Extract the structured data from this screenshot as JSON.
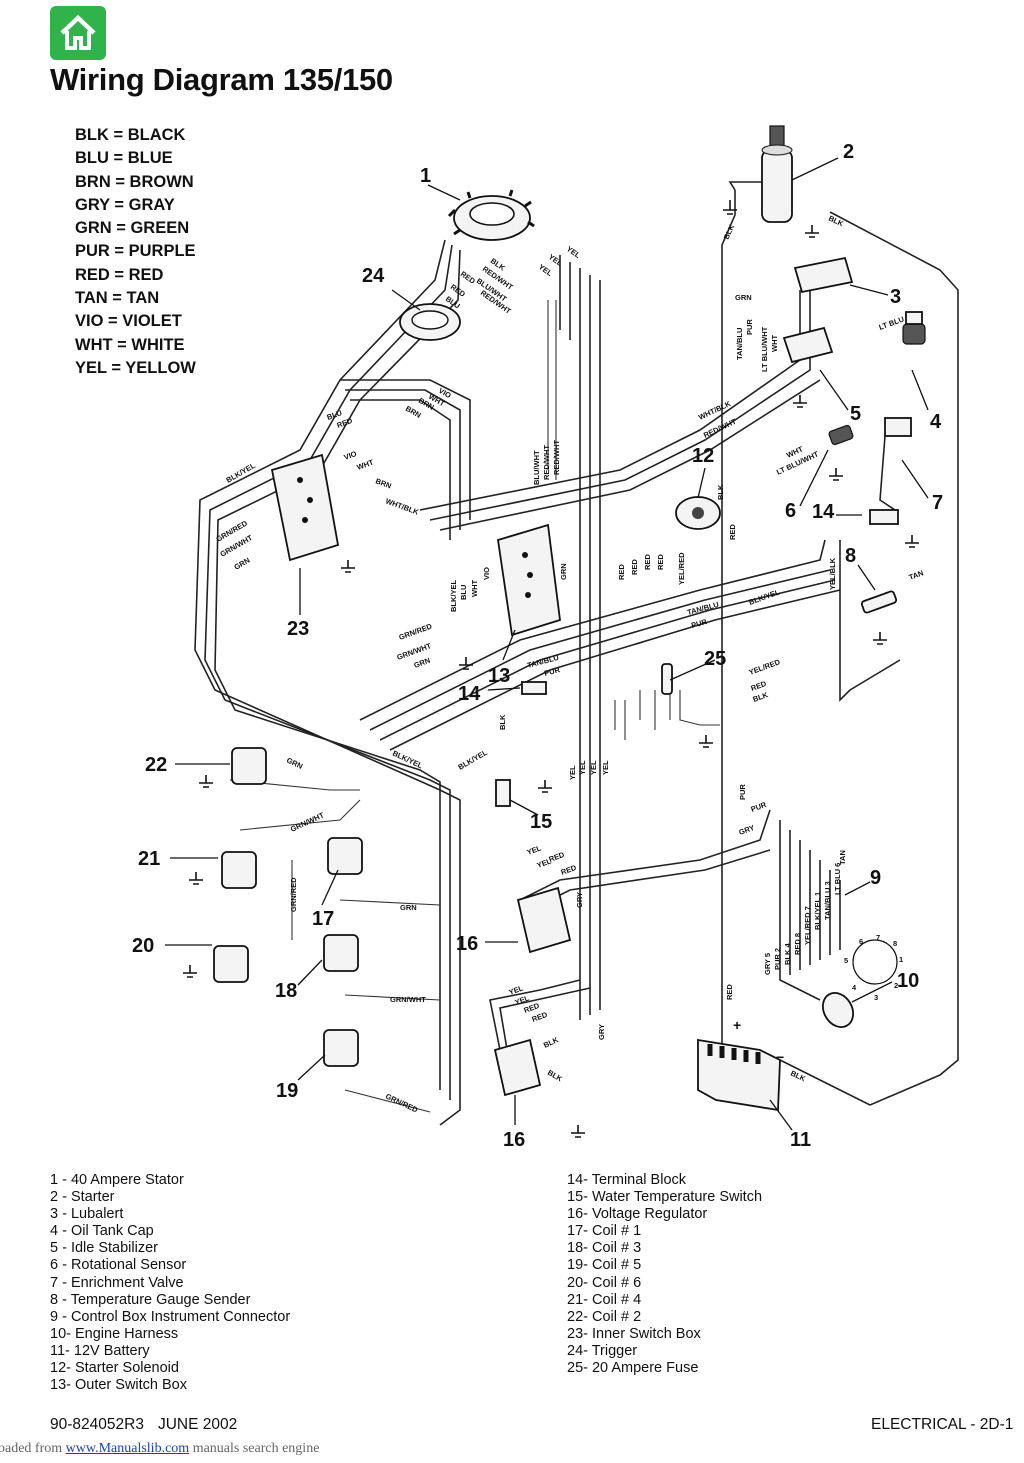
{
  "page": {
    "title": "Wiring Diagram 135/150",
    "doc_number": "90-824052R3",
    "doc_date": "JUNE 2002",
    "section": "ELECTRICAL - 2D-1"
  },
  "home_icon": "home-icon",
  "colors": {
    "home_button": "#2fb34a",
    "link": "#1a3fb5"
  },
  "color_legend": [
    "BLK = BLACK",
    "BLU = BLUE",
    "BRN = BROWN",
    "GRY = GRAY",
    "GRN = GREEN",
    "PUR = PURPLE",
    "RED = RED",
    "TAN = TAN",
    "VIO = VIOLET",
    "WHT = WHITE",
    "YEL = YELLOW"
  ],
  "callouts": [
    "1",
    "2",
    "3",
    "4",
    "5",
    "6",
    "7",
    "8",
    "9",
    "10",
    "11",
    "12",
    "13",
    "14",
    "15",
    "16",
    "17",
    "18",
    "19",
    "20",
    "21",
    "22",
    "23",
    "24",
    "25"
  ],
  "wire_labels": {
    "blk": "BLK",
    "yel": "YEL",
    "red": "RED",
    "wht": "WHT",
    "brn": "BRN",
    "blu": "BLU",
    "vio": "VIO",
    "grn": "GRN",
    "gry": "GRY",
    "pur": "PUR",
    "tan": "TAN",
    "red_wht": "RED/WHT",
    "blu_wht": "BLU/WHT",
    "blk_yel": "BLK/YEL",
    "grn_red": "GRN/RED",
    "grn_wht": "GRN/WHT",
    "wht_blk": "WHT/BLK",
    "tan_blu": "TAN/BLU",
    "lt_blu": "LT BLU",
    "lt_blu_wht": "LT BLU/WHT",
    "yel_red": "YEL/RED",
    "yel_blk": "YEL/BLK"
  },
  "connector_pins": [
    "1",
    "2",
    "3",
    "4",
    "5",
    "6",
    "7",
    "8"
  ],
  "harness_labels": [
    "GRY 5",
    "PUR 2",
    "BLK 4",
    "RED 8",
    "YEL/RED 7",
    "BLK/YEL 1",
    "TAN/BLU 3",
    "LT BLU 6",
    "TAN"
  ],
  "battery_signs": {
    "plus": "+",
    "minus": "−"
  },
  "parts_left": [
    "1 - 40 Ampere Stator",
    "2 - Starter",
    "3 - Lubalert",
    "4 - Oil Tank Cap",
    "5 - Idle Stabilizer",
    "6 - Rotational Sensor",
    "7 - Enrichment Valve",
    "8 - Temperature Gauge Sender",
    "9 - Control Box Instrument Connector",
    "10- Engine Harness",
    "11- 12V Battery",
    "12- Starter Solenoid",
    "13- Outer Switch Box"
  ],
  "parts_right": [
    "14- Terminal Block",
    "15- Water Temperature Switch",
    "16- Voltage Regulator",
    "17- Coil # 1",
    "18- Coil # 3",
    "19- Coil # 5",
    "20- Coil # 6",
    "21- Coil # 4",
    "22- Coil # 2",
    "23- Inner Switch Box",
    "24- Trigger",
    "25- 20 Ampere Fuse"
  ],
  "download_bar": {
    "prefix": "oaded from",
    "link": "www.Manualslib.com",
    "suffix": "manuals search engine"
  }
}
